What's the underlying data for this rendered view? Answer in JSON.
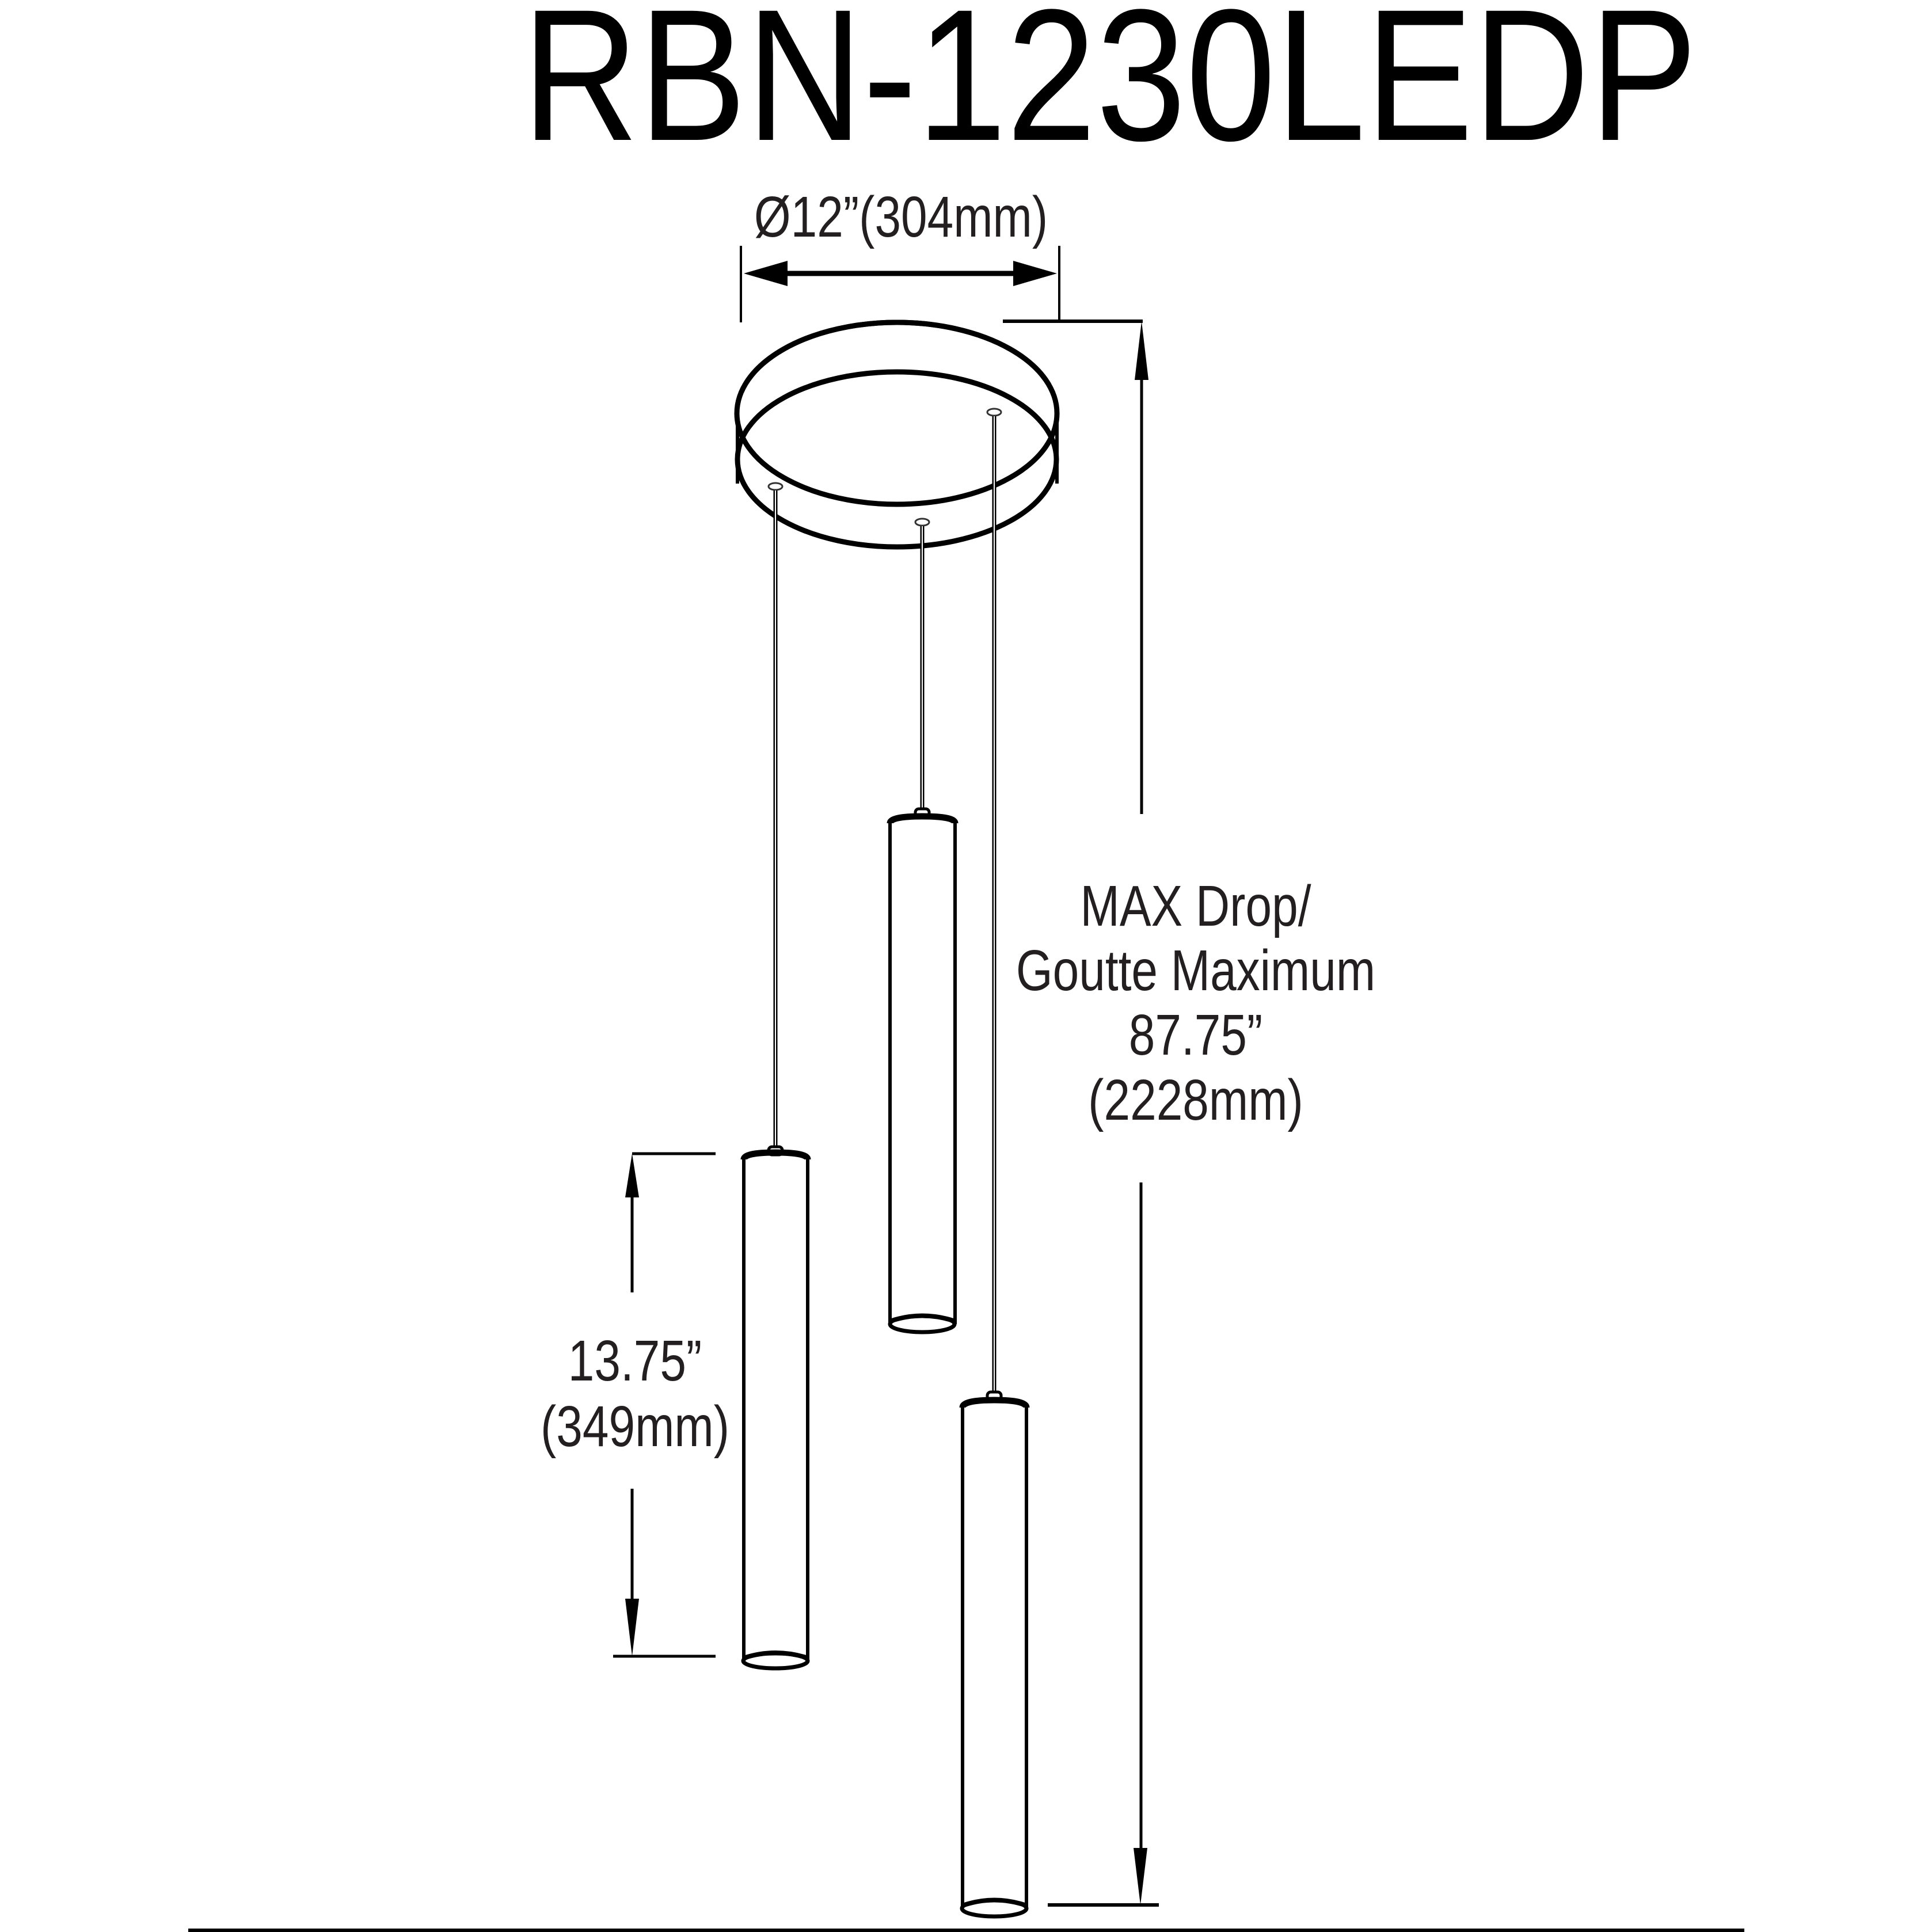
{
  "title": "RBN-1230LEDP",
  "dimensions": {
    "canopy_diameter": "Ø12”(304mm)",
    "pendant_height": {
      "line1": "13.75”",
      "line2": "(349mm)"
    },
    "max_drop": {
      "line1": "MAX Drop/",
      "line2": "Goutte Maximum",
      "line3": "87.75”",
      "line4": "(2228mm)"
    }
  },
  "components": {
    "canopy": "round-canopy",
    "pendants": [
      "left-pendant",
      "middle-pendant",
      "right-pendant"
    ]
  },
  "colors": {
    "line": "#000000",
    "text": "#231f20",
    "background": "#ffffff"
  }
}
